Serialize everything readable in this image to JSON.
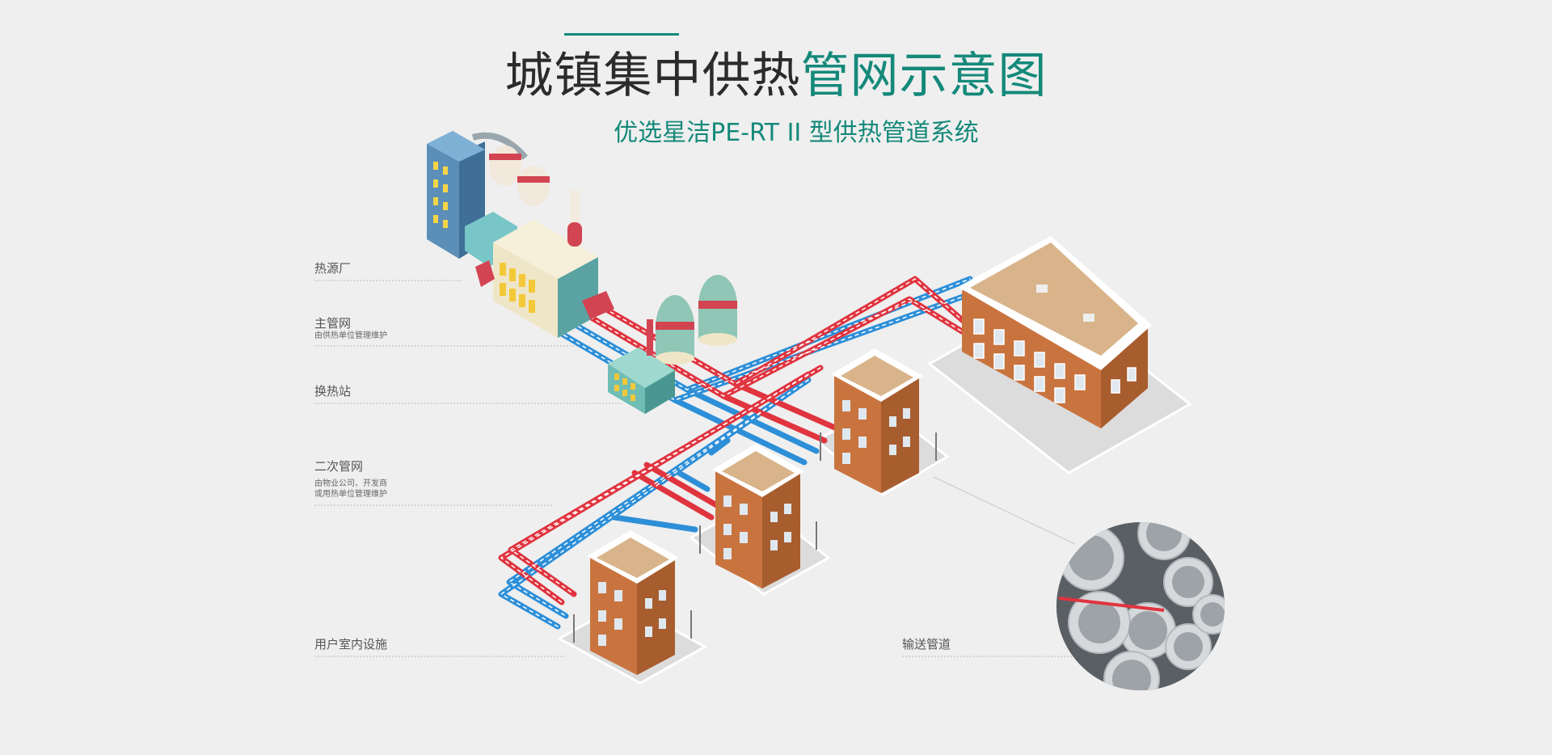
{
  "title": {
    "dark": "城镇集中供热",
    "accent": "管网示意图"
  },
  "subtitle": "优选星洁PE-RT II 型供热管道系统",
  "labels": {
    "heat_source": "热源厂",
    "main_network": "主管网",
    "main_network_note": "由供热单位管理维护",
    "exchange_station": "换热站",
    "secondary_network": "二次管网",
    "secondary_note_1": "由物业公司、开发商",
    "secondary_note_2": "或用热单位管理维护",
    "indoor_facilities": "用户室内设施",
    "pipes": "输送管道"
  },
  "colors": {
    "accent": "#14897a",
    "supply_pipe": "#e0343f",
    "return_pipe": "#2d8fd8",
    "brick": "#c9743f",
    "roof": "#d9b48a"
  }
}
